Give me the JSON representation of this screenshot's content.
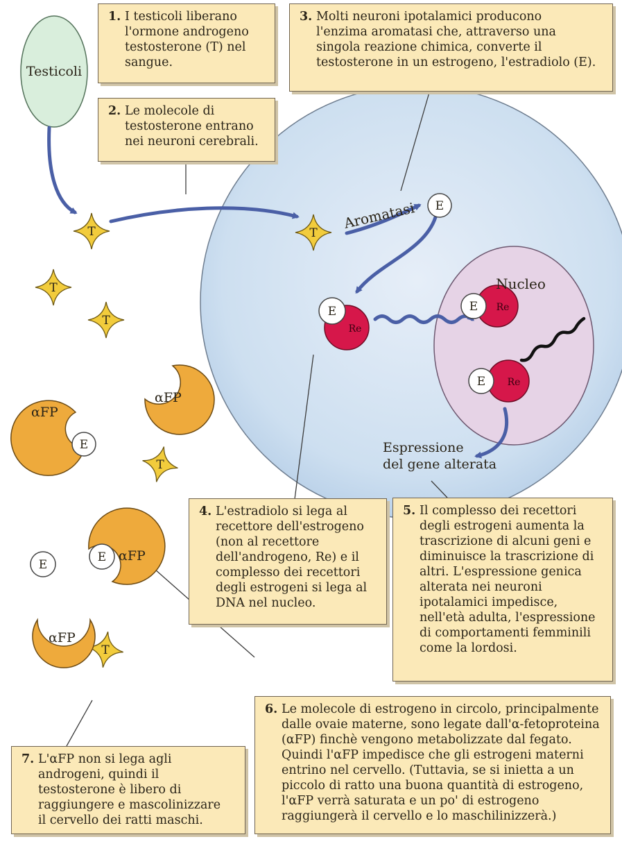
{
  "labels": {
    "testicoli": "Testicoli",
    "aromatasi": "Aromatasi",
    "nucleo": "Nucleo",
    "espressione": "Espressione\ndel gene alterata",
    "t": "T",
    "e": "E",
    "re": "Re",
    "afp": "αFP"
  },
  "steps": [
    {
      "num": "1.",
      "text": "I testicoli liberano\nl'ormone androgeno\ntestosterone (T) nel\nsangue."
    },
    {
      "num": "2.",
      "text": "Le molecole di\ntestosterone entrano\nnei neuroni cerebrali."
    },
    {
      "num": "3.",
      "text": "Molti neuroni ipotalamici producono\nl'enzima aromatasi che, attraverso una\nsingola reazione chimica, converte il\ntestosterone in un estrogeno, l'estradiolo (E)."
    },
    {
      "num": "4.",
      "text": "L'estradiolo si lega al\nrecettore dell'estrogeno\n(non al recettore\ndell'androgeno, Re) e il\ncomplesso dei recettori\ndegli estrogeni si lega al\nDNA nel nucleo."
    },
    {
      "num": "5.",
      "text": "Il complesso dei recettori\ndegli estrogeni aumenta la\ntrascrizione di alcuni geni e\ndiminuisce la trascrizione di\naltri. L'espressione genica\nalterata nei neuroni\nipotalamici impedisce,\nnell'età adulta, l'espressione\ndi comportamenti femminili\ncome la lordosi."
    },
    {
      "num": "6.",
      "text": "Le molecole di estrogeno in circolo, principalmente\ndalle ovaie materne, sono legate dall'α-fetoproteina\n(αFP) finchè vengono metabolizzate dal fegato.\nQuindi l'αFP impedisce che gli estrogeni materni\nentrino nel cervello. (Tuttavia, se si inietta a un\npiccolo di ratto una buona quantità di estrogeno,\nl'αFP verrà saturata e un po' di estrogeno\nraggiungerà il cervello e lo maschilinizzerà.)"
    },
    {
      "num": "7.",
      "text": "L'αFP non si lega agli\nandrogeni, quindi il\ntestosterone è libero di\nraggiungere e mascolinizzare\nil cervello dei ratti maschi."
    }
  ],
  "colors": {
    "box_fill": "#fbe9b8",
    "cell": "#cfe0f0",
    "nucleus": "#e6d3e6",
    "testes": "#d9eedc",
    "star": "#f2cc3c",
    "afp": "#eeaa3c",
    "receptor": "#d6174a",
    "arrow": "#4a5fa6"
  }
}
